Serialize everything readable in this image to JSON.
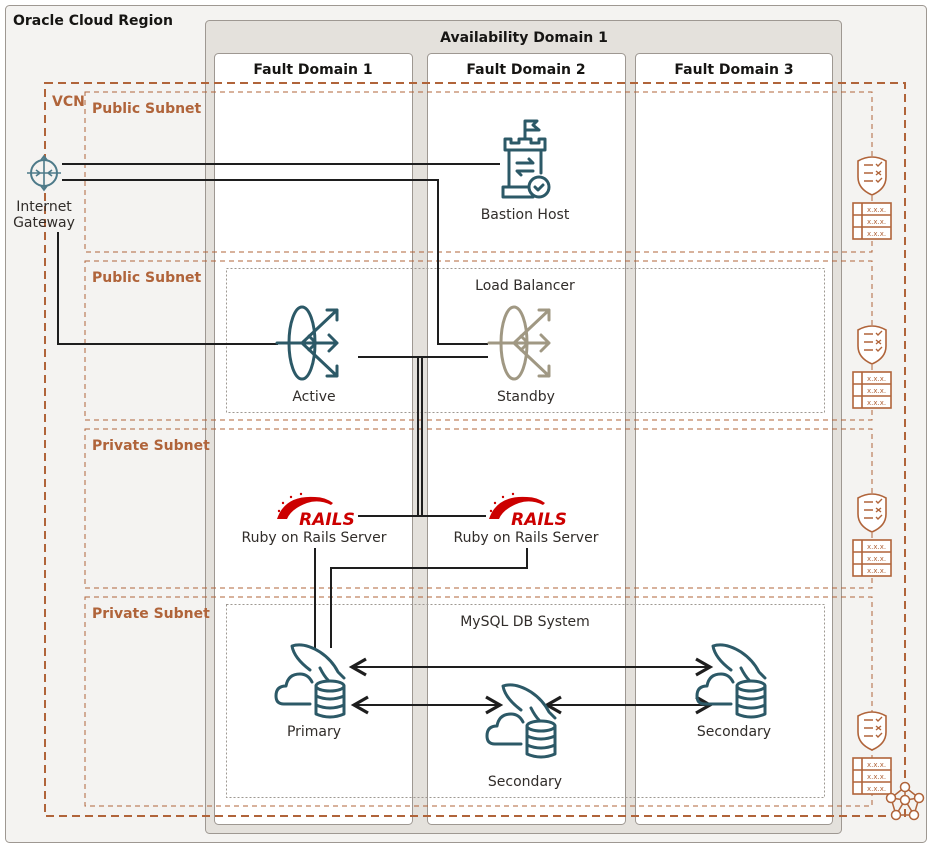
{
  "region": {
    "title": "Oracle Cloud Region"
  },
  "availability_domain": {
    "title": "Availability Domain 1"
  },
  "fault_domains": [
    {
      "title": "Fault Domain 1"
    },
    {
      "title": "Fault Domain 2"
    },
    {
      "title": "Fault Domain 3"
    }
  ],
  "vcn": {
    "label": "VCN"
  },
  "subnets": [
    {
      "label": "Public Subnet"
    },
    {
      "label": "Public Subnet"
    },
    {
      "label": "Private Subnet"
    },
    {
      "label": "Private Subnet"
    }
  ],
  "internet_gateway": {
    "label_line1": "Internet",
    "label_line2": "Gateway"
  },
  "bastion": {
    "label": "Bastion Host"
  },
  "load_balancer": {
    "title": "Load Balancer",
    "active": "Active",
    "standby": "Standby"
  },
  "rails": {
    "logo_text": "RAILS",
    "servers": [
      {
        "label": "Ruby on Rails Server"
      },
      {
        "label": "Ruby on Rails Server"
      }
    ]
  },
  "mysql": {
    "title": "MySQL DB System",
    "primary": "Primary",
    "secondary_fd2": "Secondary",
    "secondary_fd3": "Secondary"
  },
  "security_list": {
    "entry": "x.x.x."
  },
  "colors": {
    "accent": "#b0643a",
    "icon": "#2c5967",
    "standby": "#a09883",
    "rails": "#cc0000"
  }
}
